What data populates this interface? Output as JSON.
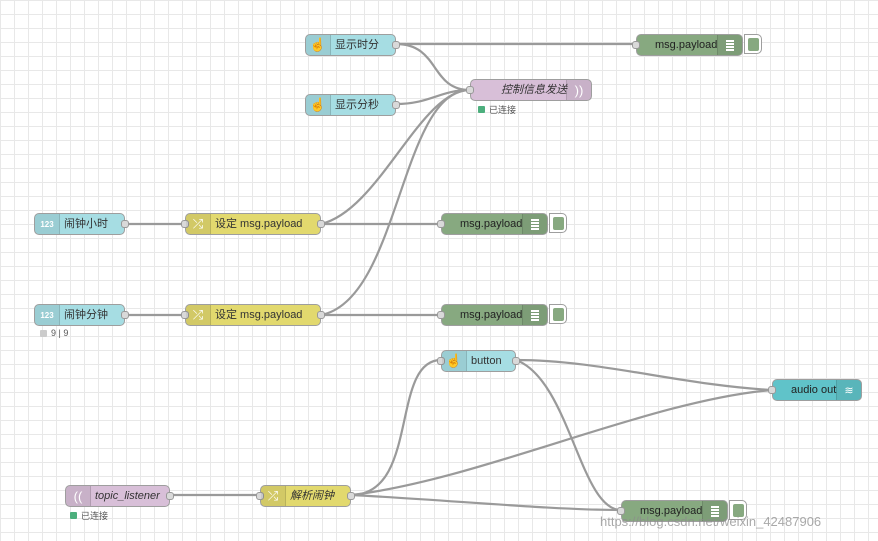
{
  "colors": {
    "inject": "#a6dde3",
    "change": "#e2d96e",
    "debug": "#87a980",
    "mqtt": "#d8bfd8",
    "audio": "#60c3c9",
    "status_connected": "#4caf7d",
    "status_grey": "#cccccc"
  },
  "nodes": {
    "show_hour_min": {
      "label": "显示时分",
      "icon": "hand-pointer-icon"
    },
    "show_min_sec": {
      "label": "显示分秒",
      "icon": "hand-pointer-icon"
    },
    "control_send": {
      "label": "控制信息发送",
      "icon": "broadcast-icon",
      "status": "已连接"
    },
    "debug_1": {
      "label": "msg.payload",
      "icon": "list-icon"
    },
    "alarm_hour": {
      "label": "闹钟小时",
      "icon": "number-123-icon"
    },
    "change_1": {
      "label": "设定 msg.payload",
      "icon": "shuffle-icon"
    },
    "debug_2": {
      "label": "msg.payload",
      "icon": "list-icon"
    },
    "alarm_min": {
      "label": "闹钟分钟",
      "icon": "number-123-icon",
      "status": "9 | 9"
    },
    "change_2": {
      "label": "设定 msg.payload",
      "icon": "shuffle-icon"
    },
    "debug_3": {
      "label": "msg.payload",
      "icon": "list-icon"
    },
    "button": {
      "label": "button",
      "icon": "hand-pointer-icon"
    },
    "audio_out": {
      "label": "audio out",
      "icon": "wifi-icon"
    },
    "topic_listener": {
      "label": "topic_listener",
      "icon": "broadcast-icon",
      "status": "已连接"
    },
    "parse_alarm": {
      "label": "解析闹钟",
      "icon": "shuffle-icon"
    },
    "debug_4": {
      "label": "msg.payload",
      "icon": "list-icon"
    }
  },
  "watermark": "https://blog.csdn.net/weixin_42487906"
}
